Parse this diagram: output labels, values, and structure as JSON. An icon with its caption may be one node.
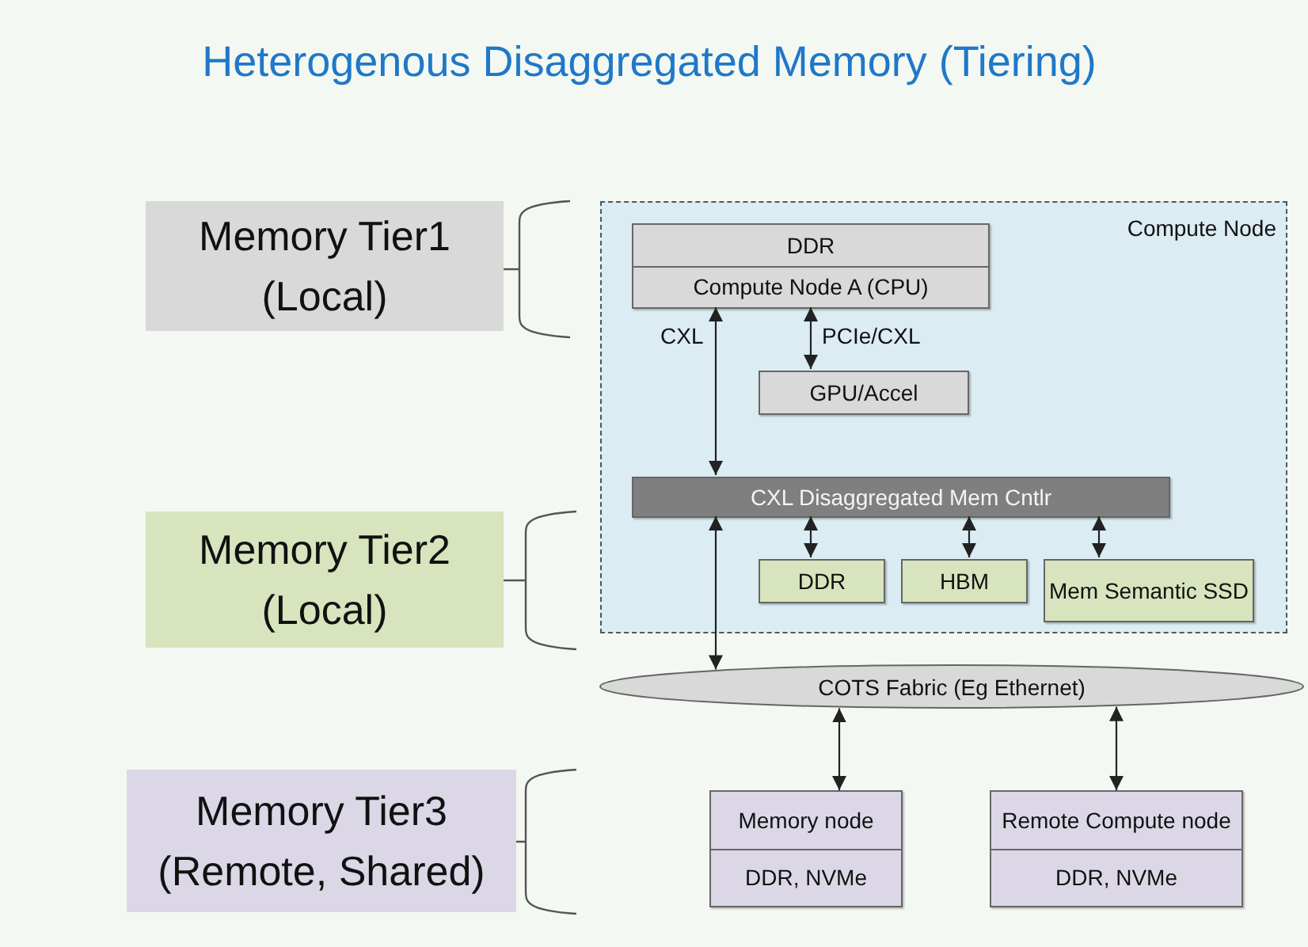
{
  "diagram": {
    "title": "Heterogenous Disaggregated Memory (Tiering)",
    "nodes": [
      {
        "text": [
          "Memory Tier1 (Local)"
        ]
      },
      {
        "text": [
          "Memory Tier2 (Local)"
        ]
      },
      {
        "text": [
          "Memory Tier3 (Remote, Shared)"
        ]
      },
      {
        "text": [
          "Compute Node"
        ]
      },
      {
        "text": [
          "DDR",
          "Compute Node A (CPU)"
        ],
        "in": 3
      },
      {
        "text": [
          "GPU/Accel"
        ],
        "in": 3
      },
      {
        "text": [
          "CXL Disaggregated Mem Cntlr"
        ],
        "in": 3
      },
      {
        "text": [
          "DDR"
        ],
        "in": 3
      },
      {
        "text": [
          "HBM"
        ],
        "in": 3
      },
      {
        "text": [
          "Mem Semantic SSD"
        ],
        "in": 3
      },
      {
        "text": [
          "COTS Fabric (Eg Ethernet)"
        ]
      },
      {
        "text": [
          "Memory node",
          "DDR, NVMe"
        ]
      },
      {
        "text": [
          "Remote Compute node",
          "DDR, NVMe"
        ]
      }
    ],
    "edges": [
      {
        "from": 4,
        "to": 6,
        "arrow": "both",
        "label": "CXL"
      },
      {
        "from": 4,
        "to": 5,
        "arrow": "both",
        "label": "PCIe/CXL"
      },
      {
        "from": 6,
        "to": 7,
        "arrow": "both"
      },
      {
        "from": 6,
        "to": 8,
        "arrow": "both"
      },
      {
        "from": 6,
        "to": 9,
        "arrow": "both"
      },
      {
        "from": 6,
        "to": 10,
        "arrow": "both"
      },
      {
        "from": 10,
        "to": 11,
        "arrow": "both"
      },
      {
        "from": 10,
        "to": 12,
        "arrow": "both"
      }
    ]
  }
}
